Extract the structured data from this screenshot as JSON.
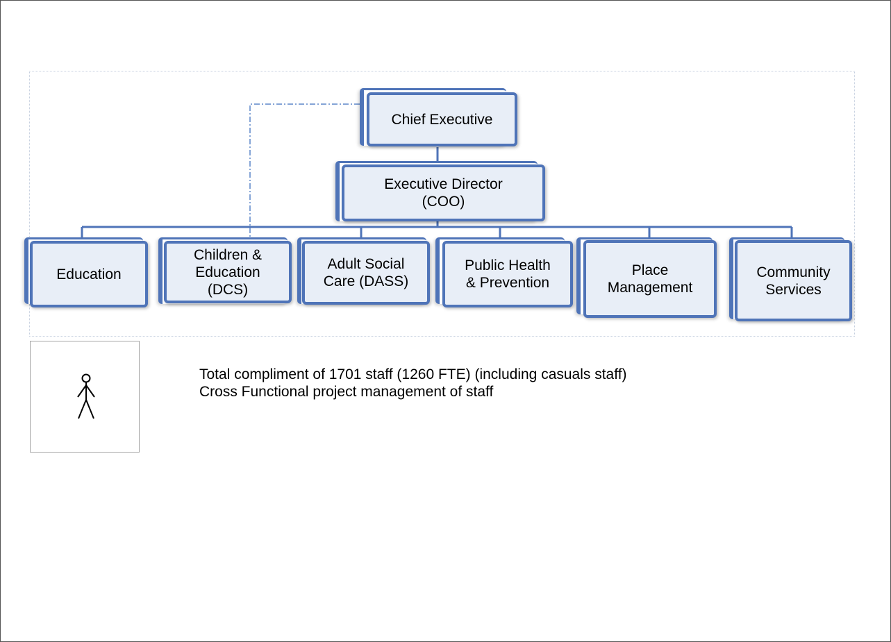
{
  "org_chart": {
    "top": {
      "label": "Chief Executive"
    },
    "second": {
      "label": "Executive Director\n(COO)"
    },
    "departments": [
      {
        "label": "Education"
      },
      {
        "label": "Children &\nEducation\n(DCS)"
      },
      {
        "label": "Adult Social\nCare (DASS)"
      },
      {
        "label": "Public Health\n& Prevention"
      },
      {
        "label": "Place\nManagement"
      },
      {
        "label": "Community\nServices"
      }
    ]
  },
  "staff_note": {
    "icon": "person-icon",
    "line1": "Total compliment of 1701 staff (1260 FTE) (including casuals staff)",
    "line2": "Cross Functional project management of staff"
  },
  "colors": {
    "node_border": "#4f74b8",
    "node_fill": "#e8eef7",
    "connector": "#4f74b8",
    "dotted_connector": "#5b86c9"
  }
}
